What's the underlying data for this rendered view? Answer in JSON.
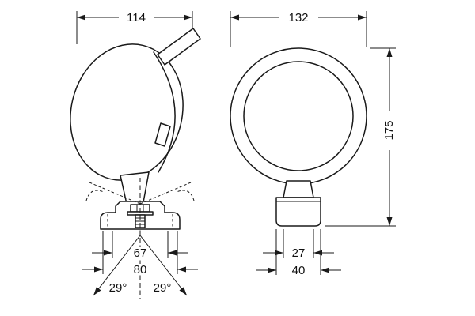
{
  "dims": {
    "side_width": "114",
    "front_width": "132",
    "front_height": "175",
    "slot_width": "67",
    "bracket_width": "80",
    "swivel_left": "29°",
    "swivel_right": "29°",
    "neck_width": "27",
    "base_width": "40"
  }
}
